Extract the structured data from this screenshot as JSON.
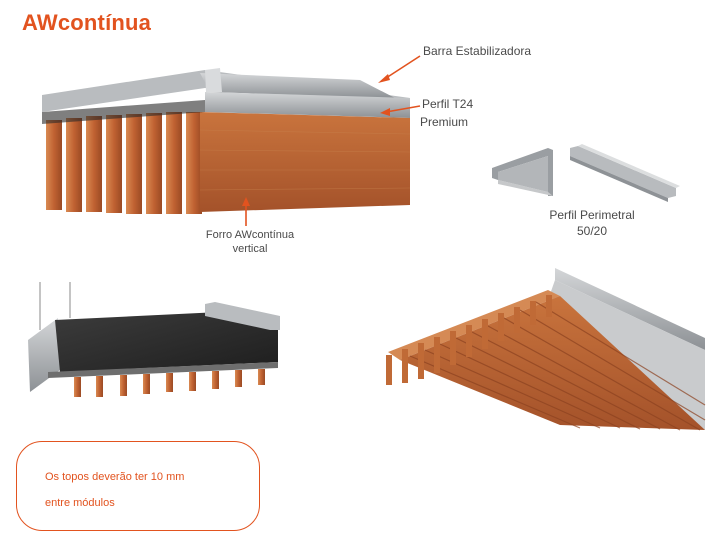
{
  "title": "AWcontínua",
  "labels": {
    "barra": "Barra Estabilizadora",
    "perfil_t24_line1": "Perfil T24",
    "perfil_t24_line2": "Premium",
    "perfil_perimetral_line1": "Perfil Perimetral",
    "perfil_perimetral_line2": "50/20",
    "forro_line1": "Forro AWcontínua",
    "forro_line2": "vertical"
  },
  "note": {
    "line1": "Os topos deverão ter 10 mm",
    "line2": "entre módulos"
  },
  "colors": {
    "accent": "#e2531f",
    "wood": "#b8612f",
    "metal": "#a9acaf"
  }
}
